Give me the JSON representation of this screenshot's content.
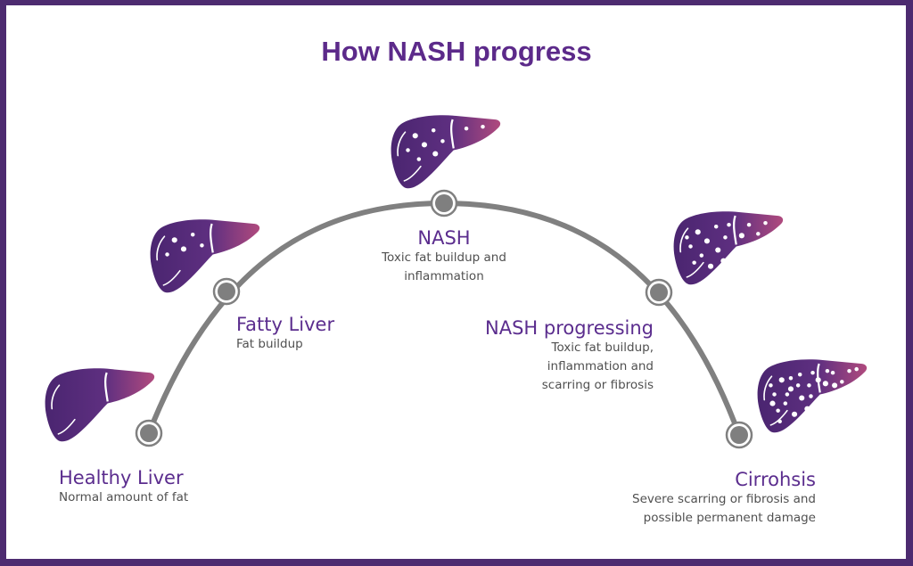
{
  "title": "How NASH progress",
  "colors": {
    "border": "#4d2b70",
    "title": "#5c2a8a",
    "stage_title": "#5b2d8e",
    "description": "#505050",
    "arc": "#808080",
    "liver_start": "#4a2570",
    "liver_end": "#b04a7e"
  },
  "stages": [
    {
      "name": "Healthy Liver",
      "description": [
        "Normal amount of fat"
      ],
      "icon": "healthy-liver-icon",
      "fat_spots": 0
    },
    {
      "name": "Fatty Liver",
      "description": [
        "Fat buildup"
      ],
      "icon": "fatty-liver-icon",
      "fat_spots": 5
    },
    {
      "name": "NASH",
      "description": [
        "Toxic fat buildup and",
        "inflammation"
      ],
      "icon": "nash-liver-icon",
      "fat_spots": 9
    },
    {
      "name": "NASH progressing",
      "description": [
        "Toxic fat buildup,",
        "inflammation and",
        "scarring or fibrosis"
      ],
      "icon": "nash-progressing-liver-icon",
      "fat_spots": 16
    },
    {
      "name": "Cirrohsis",
      "description": [
        "Severe scarring or fibrosis and",
        "possible permanent damage"
      ],
      "icon": "cirrhosis-liver-icon",
      "fat_spots": 26
    }
  ]
}
